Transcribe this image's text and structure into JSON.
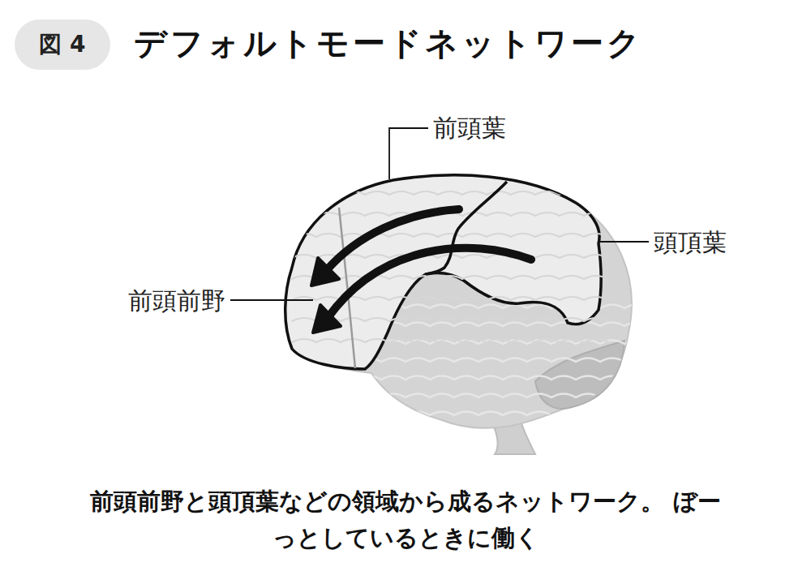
{
  "diagram": {
    "title": "デフォルトモードネットワーク",
    "caption": "前頭前野と頭頂葉などの領域から成るネットワーク。 ぼーっとしているときに働く",
    "labels": [
      "図 4",
      "前頭葉",
      "頭頂葉",
      "前頭前野"
    ]
  }
}
